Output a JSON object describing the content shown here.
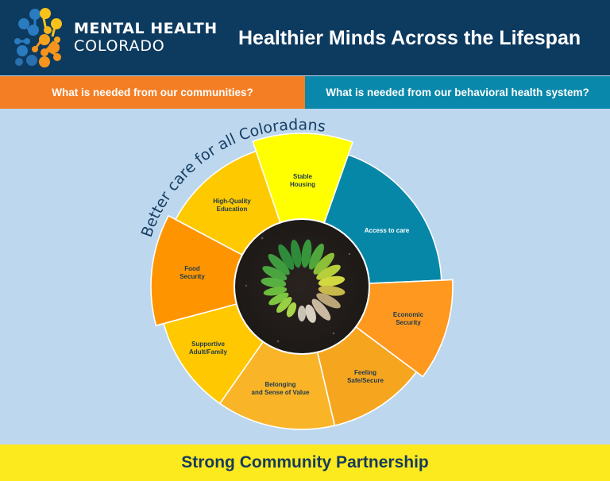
{
  "header": {
    "brand_line1": "MENTAL HEALTH",
    "brand_line2": "COLORADO",
    "logo_icon": "mental-health-colorado-logo",
    "title": "Healthier Minds Across the Lifespan",
    "colors": {
      "background": "#0d3a5f",
      "logo_blue": "#2a7bbf",
      "logo_yellow": "#f7c21a",
      "logo_orange": "#f7941d"
    }
  },
  "questions": {
    "left": "What is needed from our communities?",
    "right": "What is needed from our behavioral health system?",
    "colors": {
      "left": "#f47e24",
      "right": "#0a88ab"
    }
  },
  "wheel": {
    "arc_heading": "Better care for all Coloradans",
    "center_image": "circle-of-leaves-on-soil",
    "segments": [
      {
        "line1": "Stable",
        "line2": "Housing",
        "color": "#ffff00"
      },
      {
        "line1": "Access to care",
        "line2": "",
        "color": "#0787a8"
      },
      {
        "line1": "Economic",
        "line2": "Security",
        "color": "#fe981f"
      },
      {
        "line1": "Feeling",
        "line2": "Safe/Secure",
        "color": "#f6a51f"
      },
      {
        "line1": "Belonging",
        "line2": "and Sense of Value",
        "color": "#f9b428"
      },
      {
        "line1": "Supportive",
        "line2": "Adult/Family",
        "color": "#ffc800"
      },
      {
        "line1": "Food",
        "line2": "Security",
        "color": "#fe9500"
      },
      {
        "line1": "High-Quality",
        "line2": "Education",
        "color": "#ffc900"
      }
    ]
  },
  "footer": {
    "label": "Strong Community Partnership",
    "color": "#fcea1f"
  }
}
